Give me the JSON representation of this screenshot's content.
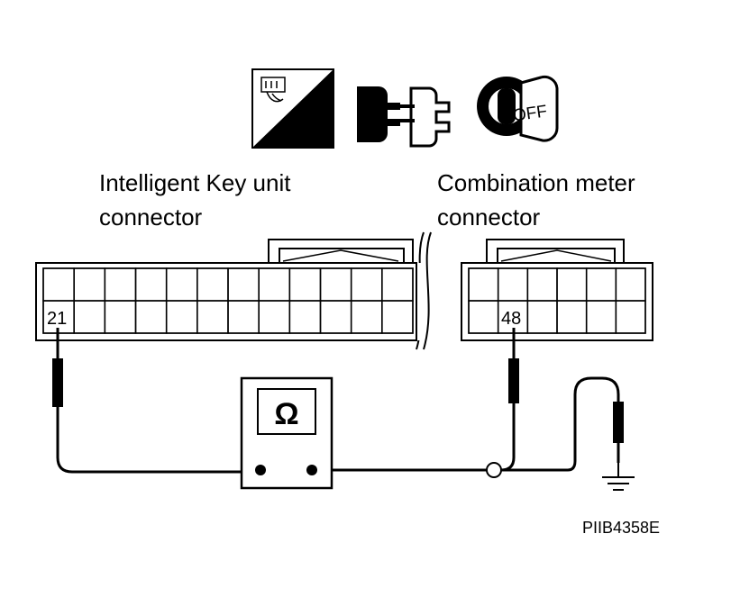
{
  "icons": {
    "harness_side": {
      "name": "harness-side-icon",
      "text": "H.S."
    },
    "disconnect": {
      "name": "disconnect-connector-icon"
    },
    "ignition_off": {
      "name": "ignition-off-key-icon",
      "text": "OFF"
    }
  },
  "labels": {
    "left_connector_line1": "Intelligent Key unit",
    "left_connector_line2": "connector",
    "right_connector_line1": "Combination meter",
    "right_connector_line2": "connector"
  },
  "pins": {
    "left": "21",
    "right": "48"
  },
  "meter": {
    "symbol": "Ω"
  },
  "figure_code": "PIIB4358E",
  "colors": {
    "line": "#000000",
    "background": "#ffffff"
  }
}
